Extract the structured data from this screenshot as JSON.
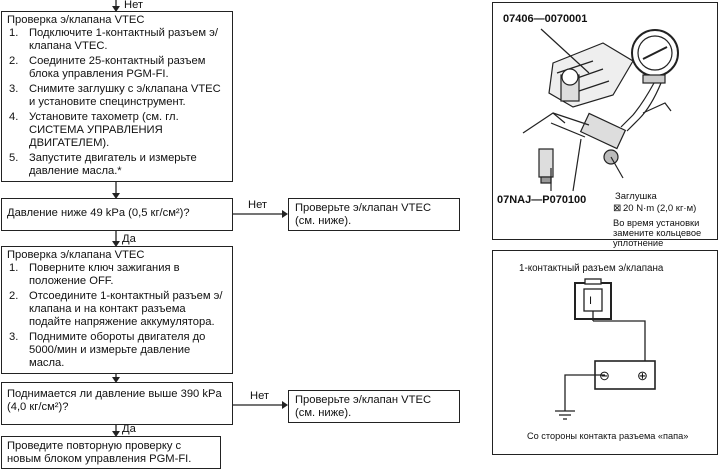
{
  "top_no": "Нет",
  "box1": {
    "title": "Проверка э/клапана VTEC",
    "steps": [
      {
        "n": "1.",
        "text": "Подключите 1-контактный разъем э/клапана VTEC."
      },
      {
        "n": "2.",
        "text": "Соедините 25-контактный разъем блока управления PGM-FI."
      },
      {
        "n": "3.",
        "text": "Снимите заглушку с э/клапана VTEC и установите специнструмент."
      },
      {
        "n": "4.",
        "text": "Установите тахометр (см. гл. СИСТЕМА УПРАВЛЕНИЯ ДВИГАТЕЛЕМ)."
      },
      {
        "n": "5.",
        "text": "Запустите двигатель и измерьте давление масла.*"
      }
    ]
  },
  "q1": {
    "text": "Давление ниже 49 kPa (0,5 кг/см²)?",
    "no": "Нет",
    "yes": "Да"
  },
  "r1": {
    "text": "Проверьте э/клапан VTEC (см. ниже)."
  },
  "box2": {
    "title": "Проверка э/клапана VTEC",
    "steps": [
      {
        "n": "1.",
        "text": "Поверните ключ зажигания в положение OFF."
      },
      {
        "n": "2.",
        "text": "Отсоедините 1-контактный разъем э/клапана и на контакт разъема подайте напряжение аккумулятора."
      },
      {
        "n": "3.",
        "text": "Поднимите обороты двигателя до 5000/мин и измерьте давление масла."
      }
    ]
  },
  "q2": {
    "text": "Поднимается ли давление выше 390 kPa (4,0 кг/см²)?",
    "no": "Нет",
    "yes": "Да"
  },
  "r2": {
    "text": "Проверьте э/клапан VTEC (см. ниже)."
  },
  "final": {
    "text": "Проведите повторную проверку с новым блоком управления PGM-FI."
  },
  "fig1": {
    "part1": "07406—0070001",
    "part2": "07NAJ—P070100",
    "plug": "Заглушка",
    "torque": "20 N·m (2,0 кг·м)",
    "note": "Во время установки замените кольцевое уплотнение"
  },
  "fig2": {
    "title": "1-контактный разъем э/клапана",
    "pin": "I",
    "minus": "⊖",
    "plus": "⊕",
    "caption": "Со стороны контакта разъема «папа»"
  }
}
